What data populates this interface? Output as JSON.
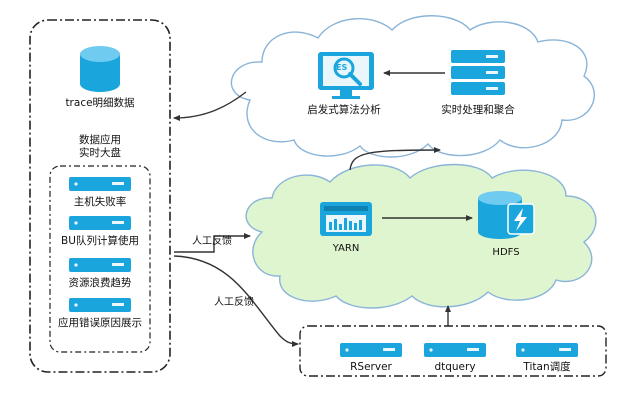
{
  "left_panel": {
    "trace_label": "trace明细数据",
    "app_label_line1": "数据应用",
    "app_label_line2": "实时大盘",
    "items": [
      "主机失败率",
      "BU队列计算使用",
      "资源浪费趋势",
      "应用错误原因展示"
    ]
  },
  "top_cloud": {
    "analysis_label": "启发式算法分析",
    "analysis_icon_text": "ES",
    "realtime_label": "实时处理和聚合"
  },
  "middle_cloud": {
    "yarn_label": "YARN",
    "hdfs_label": "HDFS"
  },
  "bottom_panel": {
    "items": [
      "RServer",
      "dtquery",
      "Titan调度"
    ]
  },
  "edges": {
    "feedback_upper": "人工反馈",
    "feedback_lower": "人工反馈"
  },
  "colors": {
    "accent_blue": "#1aa6dc",
    "cloud_green_fill": "#dff5cf",
    "cloud_stroke": "#8ab4d8",
    "line_dark": "#333333"
  }
}
